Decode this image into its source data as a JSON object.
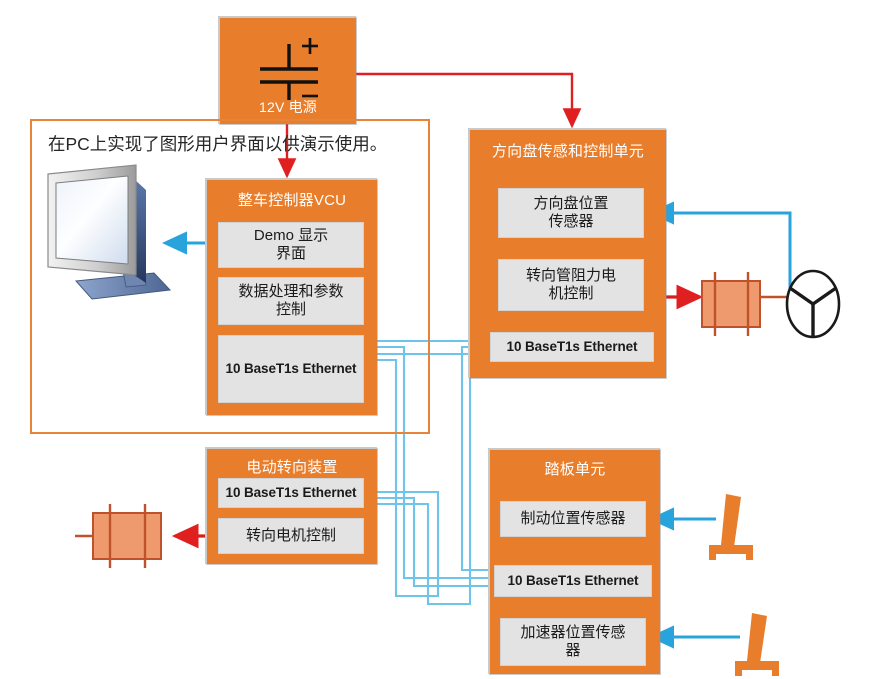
{
  "diagram": {
    "title_note": "在PC上实现了图形用户界面以供演示使用。",
    "colors": {
      "block_orange": "#E87D2B",
      "inner_gray": "#E3E3E3",
      "power_red": "#E02020",
      "ethernet_cyan": "#41B6E6",
      "signal_blue": "#29A3DC",
      "motor_salmon": "#EE9A6E",
      "motor_outline": "#C0522B"
    }
  },
  "power_supply": {
    "label": "12V 电源",
    "icon": "battery-symbol",
    "polarity_plus": "+",
    "polarity_minus": "-"
  },
  "vcu": {
    "title": "整车控制器VCU",
    "modules": [
      {
        "label": "Demo 显示\n界面",
        "line1": "Demo 显示",
        "line2": "界面",
        "name": "demo-display-interface"
      },
      {
        "label": "数据处理和参数\n控制",
        "line1": "数据处理和参数",
        "line2": "控制",
        "name": "data-processing-parameter-control"
      },
      {
        "label": "10 BaseT1s Ethernet",
        "name": "ethernet-vcu"
      }
    ]
  },
  "steering_unit": {
    "title": "方向盘传感和控制单元",
    "modules": [
      {
        "line1": "方向盘位置",
        "line2": "传感器",
        "name": "steering-wheel-position-sensor"
      },
      {
        "line1": "转向管阻力电",
        "line2": "机控制",
        "name": "steering-column-resistance-motor-control"
      },
      {
        "label": "10 BaseT1s Ethernet",
        "name": "ethernet-steering"
      }
    ]
  },
  "electric_steering": {
    "title": "电动转向装置",
    "modules": [
      {
        "label": "10 BaseT1s Ethernet",
        "name": "ethernet-electric-steering"
      },
      {
        "label": "转向电机控制",
        "name": "steering-motor-control"
      }
    ]
  },
  "pedal_unit": {
    "title": "踏板单元",
    "modules": [
      {
        "label": "制动位置传感器",
        "name": "brake-position-sensor"
      },
      {
        "label": "10 BaseT1s Ethernet",
        "name": "ethernet-pedal"
      },
      {
        "line1": "加速器位置传感",
        "line2": "器",
        "name": "accelerator-position-sensor"
      }
    ]
  },
  "peripherals": {
    "pc_monitor": "pc-monitor-icon",
    "steering_wheel": "steering-wheel-icon",
    "column_motor": "steering-column-motor-icon",
    "rack_motor": "steering-rack-motor-icon",
    "brake_pedal": "brake-pedal-icon",
    "accelerator_pedal": "accelerator-pedal-icon"
  }
}
